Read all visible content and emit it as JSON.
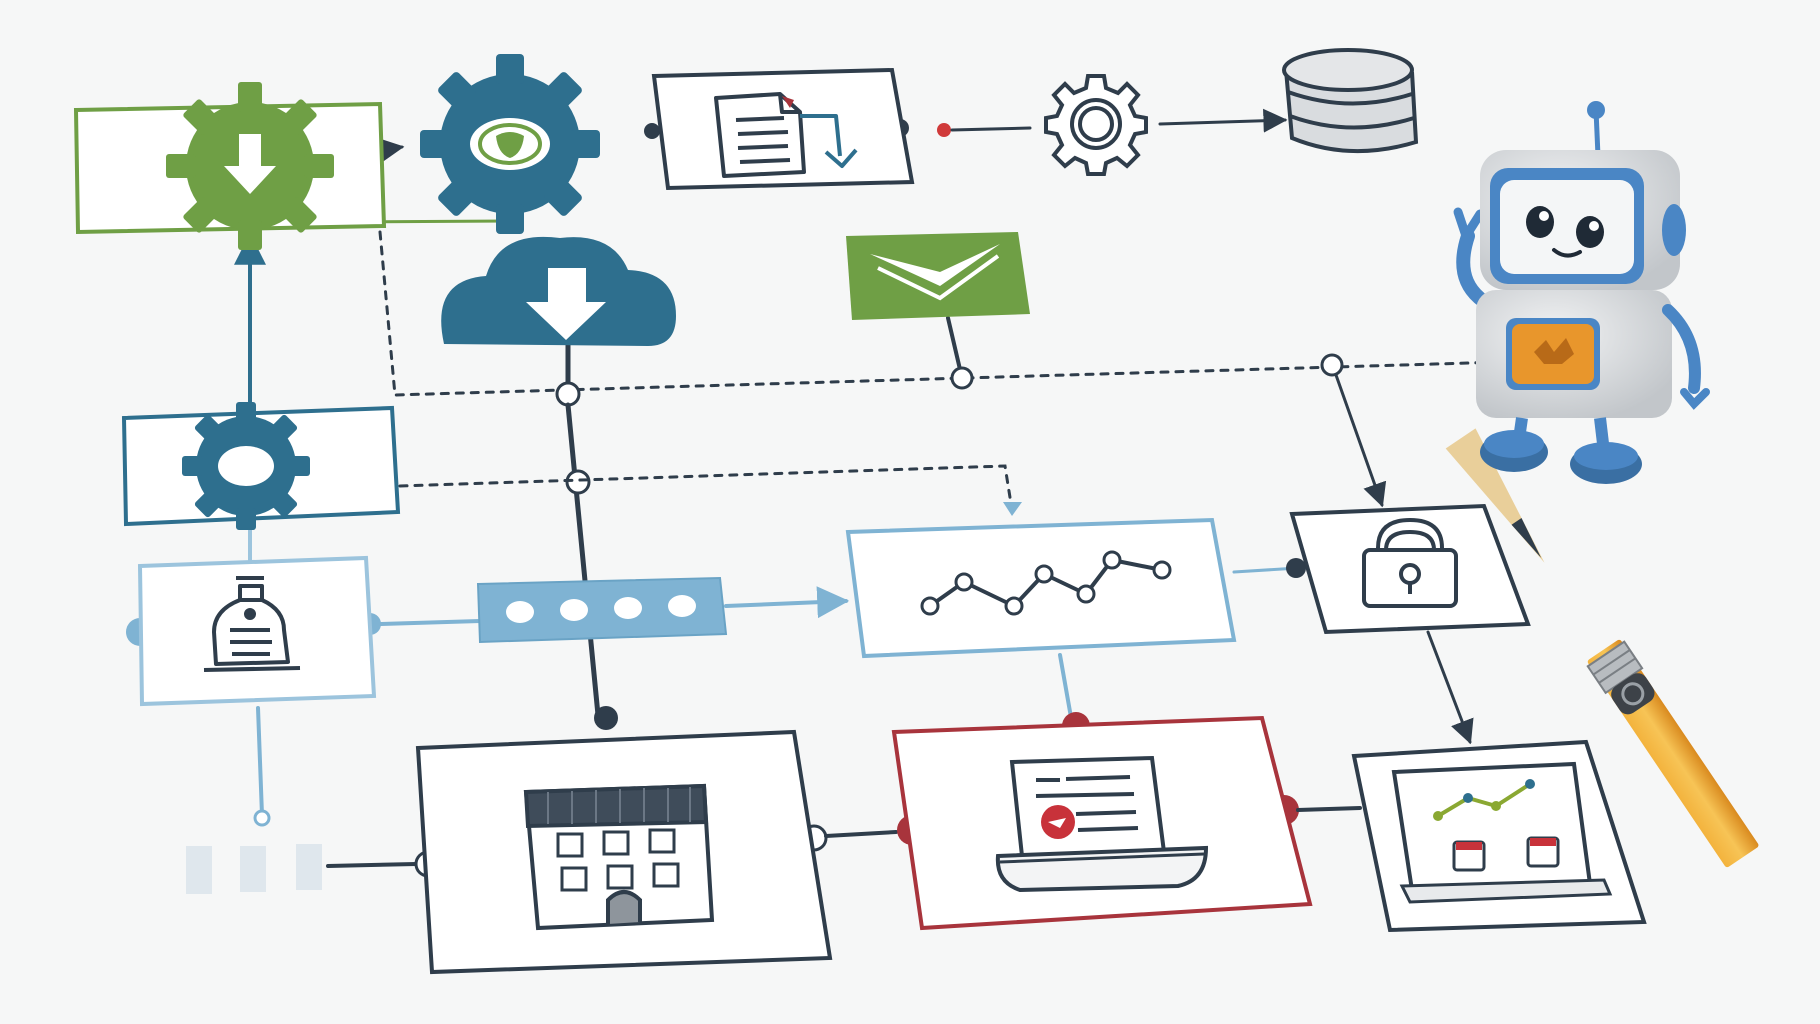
{
  "diagram": {
    "theme": {
      "background": "#f6f7f7",
      "ink": "#2f3d4b",
      "green": "#6f9f45",
      "teal": "#2e6f8e",
      "light_blue": "#7fb3d3",
      "pale_blue": "#9cc4dd",
      "red": "#a8343c",
      "orange": "#e8962c",
      "robot_blue": "#4a86c5",
      "robot_gray": "#d9dcdf"
    },
    "nodes": [
      {
        "id": "download-gear",
        "icon": "gear-download-icon",
        "color": "green"
      },
      {
        "id": "settings-gear-teal",
        "icon": "gear-shield-icon",
        "color": "teal"
      },
      {
        "id": "document-export",
        "icon": "document-arrow-icon",
        "color": "ink"
      },
      {
        "id": "small-gear",
        "icon": "gear-icon",
        "color": "ink"
      },
      {
        "id": "database",
        "icon": "database-icon",
        "color": "ink"
      },
      {
        "id": "cloud-download",
        "icon": "cloud-download-icon",
        "color": "teal"
      },
      {
        "id": "approval-flag",
        "icon": "check-flag-icon",
        "color": "green"
      },
      {
        "id": "settings-box",
        "icon": "gear-icon",
        "color": "teal"
      },
      {
        "id": "storage-box",
        "icon": "bottle-document-icon",
        "color": "light_blue"
      },
      {
        "id": "message-pipe",
        "icon": "dots-icon",
        "color": "pale_blue"
      },
      {
        "id": "line-chart-box",
        "icon": "line-chart-icon",
        "color": "light_blue"
      },
      {
        "id": "lock-box",
        "icon": "lock-icon",
        "color": "ink"
      },
      {
        "id": "building-box",
        "icon": "building-icon",
        "color": "ink"
      },
      {
        "id": "laptop-report-box",
        "icon": "laptop-document-icon",
        "color": "red"
      },
      {
        "id": "tablet-dashboard-box",
        "icon": "tablet-chart-icon",
        "color": "ink"
      }
    ],
    "decorations": [
      "robot-mascot",
      "pencil"
    ]
  }
}
